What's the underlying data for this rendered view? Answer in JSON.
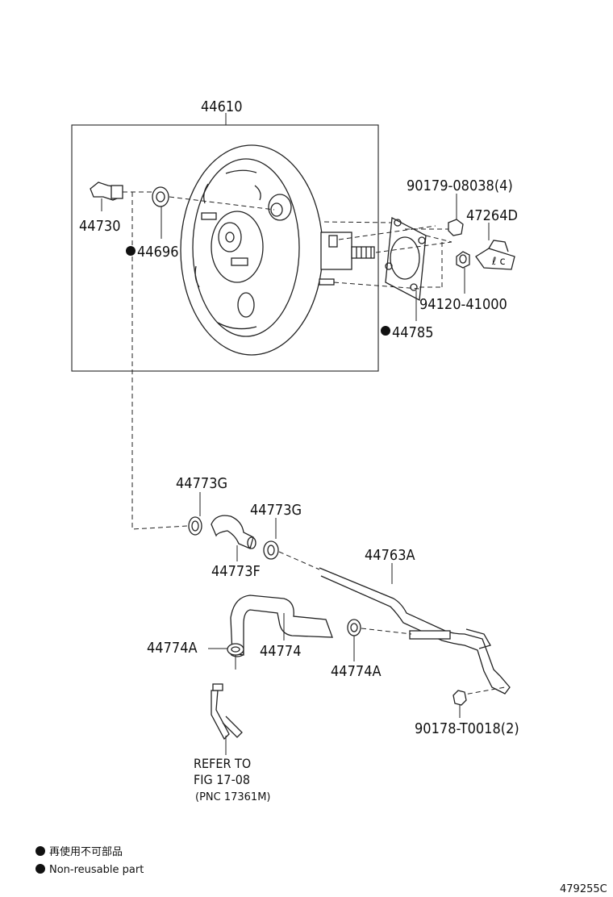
{
  "parts": {
    "booster_assy": "44610",
    "check_valve_union": "44730",
    "grommet": "44696",
    "gasket": "44785",
    "bolt": "90179-08038(4)",
    "bracket": "47264D",
    "clip": "94120-41000",
    "clamp_g_1": "44773G",
    "clamp_g_2": "44773G",
    "hose_f": "44773F",
    "vacuum_pipe": "44763A",
    "clamp_a_1": "44774A",
    "hose": "44774",
    "clamp_a_2": "44774A",
    "nut": "90178-T0018(2)"
  },
  "reference": {
    "line1": "REFER TO",
    "line2": "FIG 17-08",
    "line3": "(PNC 17361M)"
  },
  "legend": {
    "item1": "再使用不可部品",
    "item2": "Non-reusable part"
  },
  "illustration_id": "479255C"
}
